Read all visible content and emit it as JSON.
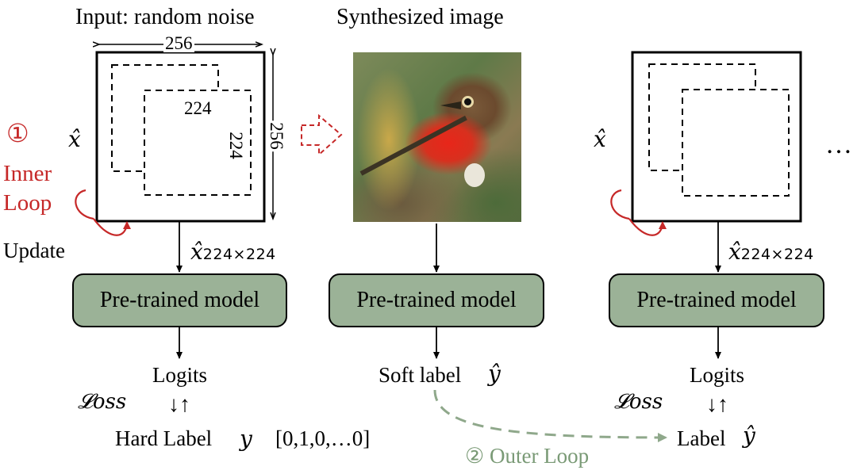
{
  "titles": {
    "input": "Input: random noise",
    "synth": "Synthesized image"
  },
  "dims": {
    "outer_w": "256",
    "outer_h": "256",
    "inner_w": "224",
    "inner_h": "224"
  },
  "math": {
    "xhat": "x̂",
    "crop_base": "x̂",
    "crop_sub": "224×224",
    "yhat": "ŷ",
    "y": "y"
  },
  "inner_loop": {
    "number": "①",
    "line1": "Inner",
    "line2": "Loop"
  },
  "update_label": "Update",
  "model_label": "Pre-trained model",
  "logits_label": "Logits",
  "loss_label": "𝓛oss",
  "hard_label": "Hard Label",
  "onehot": "[0,1,0,…0]",
  "soft_label": "Soft label",
  "outer_loop": "② Outer Loop",
  "right_label": "Label",
  "ellipsis": "…",
  "arrows_updown": "↓↑",
  "colors": {
    "red": "#c62828",
    "green_box": "#9bb297",
    "green_dash": "#8fa88b"
  }
}
